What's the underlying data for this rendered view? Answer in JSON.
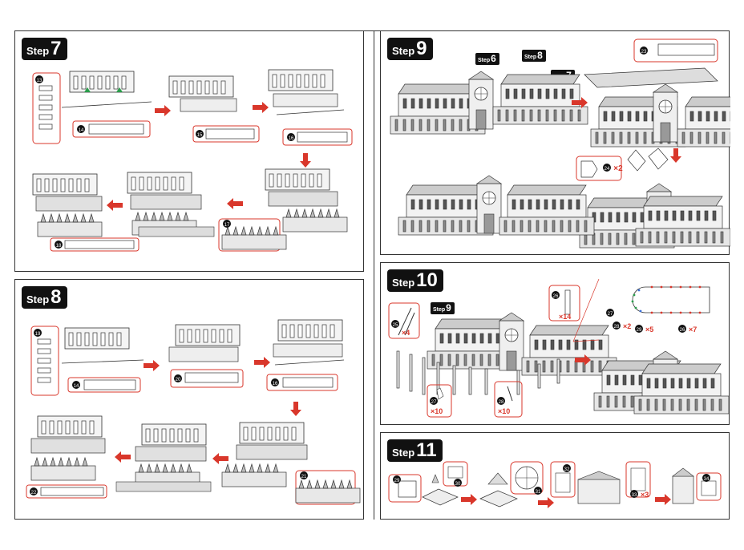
{
  "steps": [
    {
      "word": "Step",
      "num": "7"
    },
    {
      "word": "Step",
      "num": "8"
    },
    {
      "word": "Step",
      "num": "9"
    },
    {
      "word": "Step",
      "num": "10"
    },
    {
      "word": "Step",
      "num": "11"
    }
  ],
  "refs": [
    {
      "word": "Step",
      "num": "6"
    },
    {
      "word": "Step",
      "num": "8"
    },
    {
      "word": "Step",
      "num": "7"
    },
    {
      "word": "Step",
      "num": "9"
    }
  ],
  "parts": [
    "13",
    "14",
    "15",
    "16",
    "17",
    "18",
    "19",
    "14",
    "20",
    "16",
    "21",
    "22",
    "23",
    "24",
    "25",
    "26",
    "27",
    "28",
    "29",
    "26",
    "27",
    "28",
    "29",
    "30",
    "31",
    "32",
    "33",
    "34"
  ],
  "quantities": [
    "×2",
    "×4",
    "×14",
    "×2",
    "×5",
    "×7",
    "×10",
    "×10",
    "×3"
  ],
  "colors": {
    "arrow": "#d9372b",
    "box": "#d9372b",
    "green": "#2a9d4b",
    "blue": "#3a6fd8"
  }
}
